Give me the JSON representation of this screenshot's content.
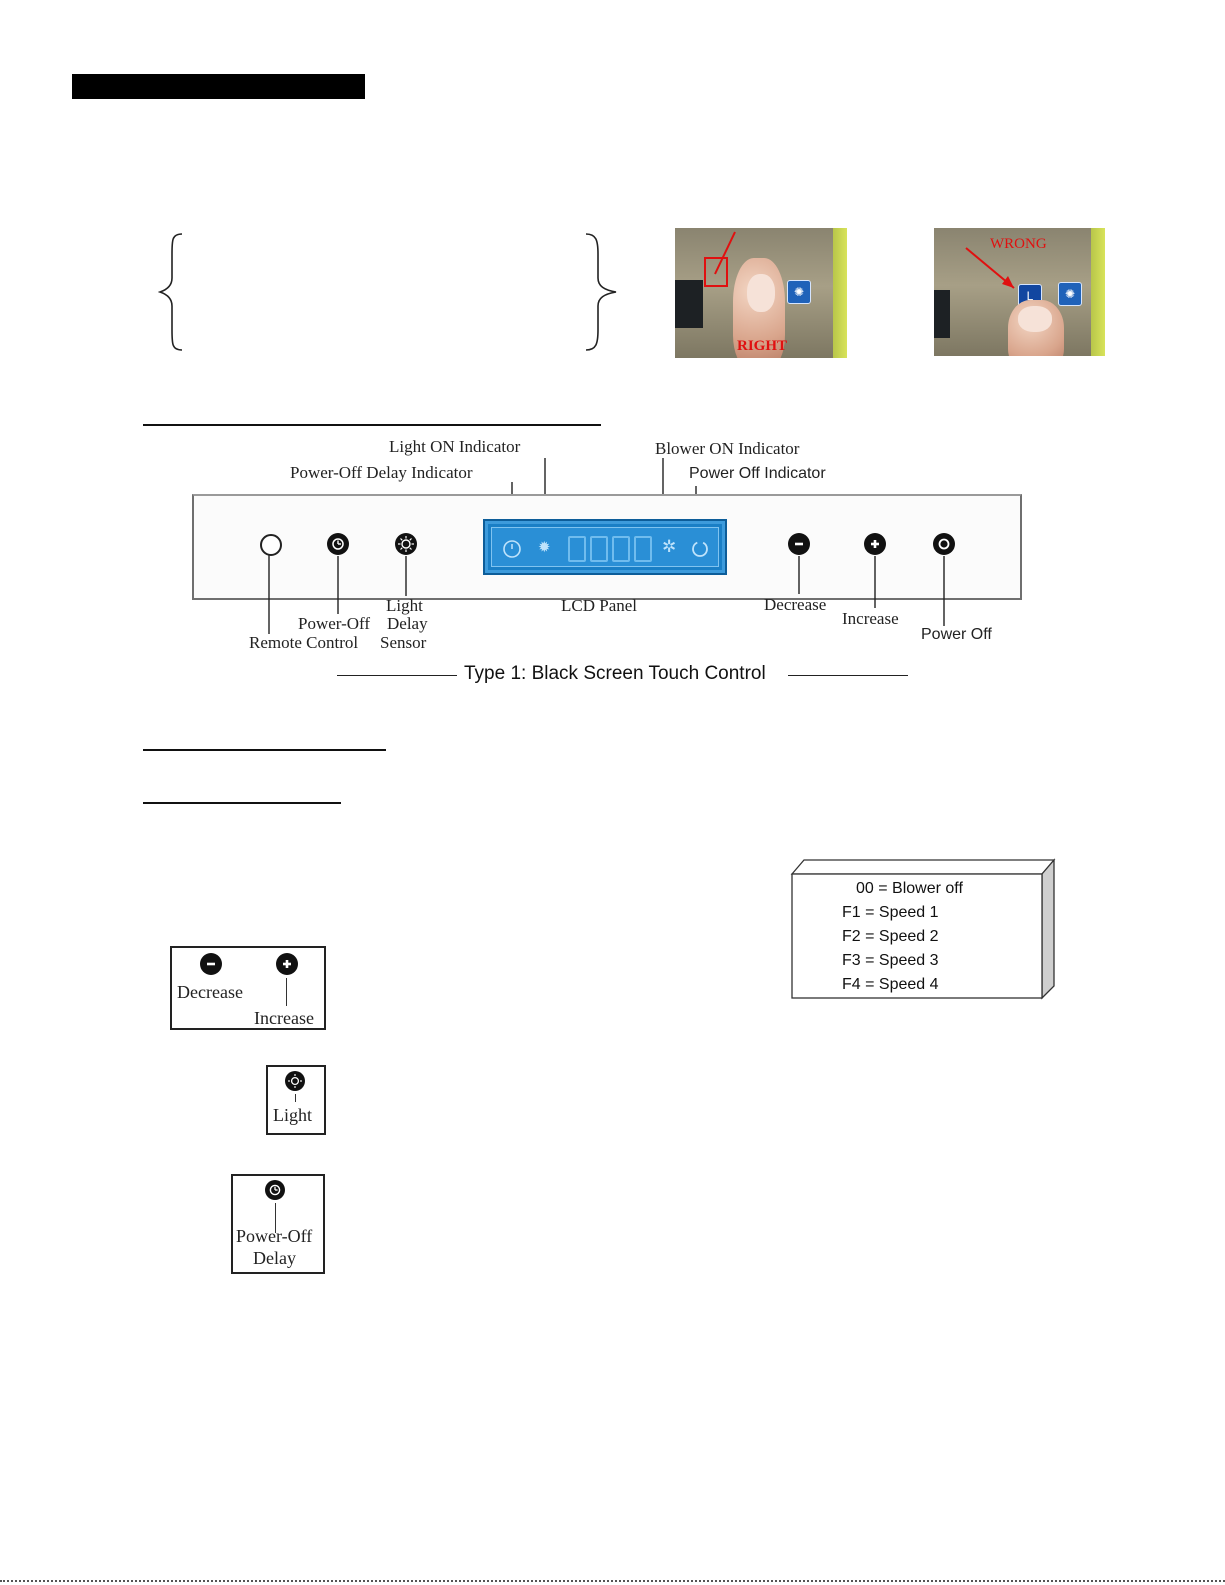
{
  "touch_tips": {
    "right_label": "RIGHT",
    "wrong_label": "WRONG",
    "wrong_key_letter": "L"
  },
  "control_panel": {
    "indicators": {
      "light_on": "Light ON Indicator",
      "power_off_delay": "Power-Off Delay Indicator",
      "blower_on": "Blower ON Indicator",
      "power_off": "Power Off Indicator"
    },
    "buttons": {
      "remote_control": "Remote Control",
      "power_off_delay_line1": "Power-Off",
      "power_off_delay_line2": "Delay",
      "light_line1": "Light",
      "light_line2": "Sensor",
      "lcd_panel": "LCD Panel",
      "decrease": "Decrease",
      "increase": "Increase",
      "power_off": "Power Off"
    },
    "caption": "Type 1: Black Screen Touch Control"
  },
  "cards": {
    "speed": {
      "decrease": "Decrease",
      "increase": "Increase"
    },
    "light": {
      "label": "Light"
    },
    "delay": {
      "line1": "Power-Off",
      "line2": "Delay"
    }
  },
  "speed_table": {
    "rows": [
      "00 = Blower off",
      "F1 = Speed 1",
      "F2 = Speed 2",
      "F3 = Speed 3",
      "F4 = Speed 4"
    ]
  }
}
